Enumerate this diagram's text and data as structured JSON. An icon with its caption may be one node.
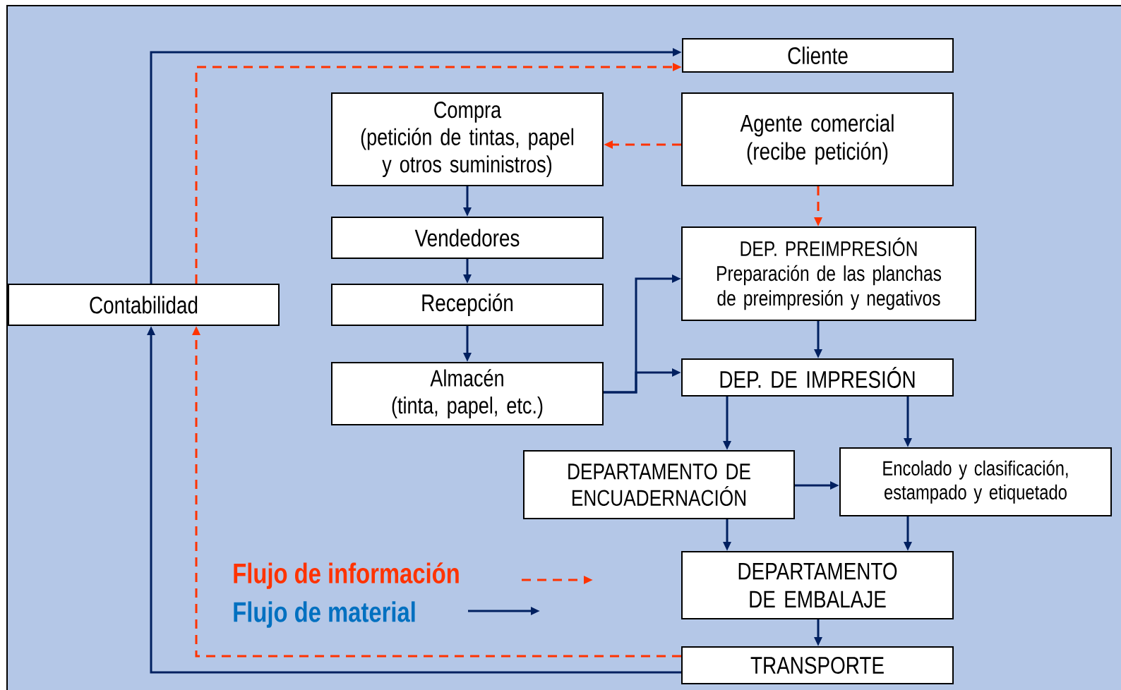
{
  "diagram": {
    "nodes": [
      {
        "text": [
          "Cliente"
        ]
      },
      {
        "text": [
          "Compra",
          "(petición de tintas, papel y otros suministros)"
        ]
      },
      {
        "text": [
          "Agente comercial",
          "(recibe petición)"
        ]
      },
      {
        "text": [
          "Vendedores"
        ]
      },
      {
        "text": [
          "DEP. PREIMPRESIÓN",
          "Preparación de las planchas de preimpresión y negativos"
        ]
      },
      {
        "text": [
          "Contabilidad"
        ]
      },
      {
        "text": [
          "Recepción"
        ]
      },
      {
        "text": [
          "Almacén",
          "(tinta, papel, etc.)"
        ]
      },
      {
        "text": [
          "DEP. DE IMPRESIÓN"
        ]
      },
      {
        "text": [
          "DEPARTAMENTO DE ENCUADERNACIÓN"
        ]
      },
      {
        "text": [
          "Encolado y clasificación, estampado y etiquetado"
        ]
      },
      {
        "text": [
          "DEPARTAMENTO DE EMBALAJE"
        ]
      },
      {
        "text": [
          "TRANSPORTE"
        ]
      }
    ],
    "edges": [
      {
        "from": 5,
        "to": 0,
        "arrow": "to"
      },
      {
        "from": 5,
        "to": 0,
        "arrow": "to",
        "style": "dashed",
        "color": "#ff3300"
      },
      {
        "from": 2,
        "to": 1,
        "arrow": "to",
        "style": "dashed",
        "color": "#ff3300"
      },
      {
        "from": 2,
        "to": 4,
        "arrow": "to",
        "style": "dashed",
        "color": "#ff3300"
      },
      {
        "from": 1,
        "to": 3,
        "arrow": "to"
      },
      {
        "from": 3,
        "to": 6,
        "arrow": "to"
      },
      {
        "from": 6,
        "to": 7,
        "arrow": "to"
      },
      {
        "from": 7,
        "to": 4,
        "arrow": "to"
      },
      {
        "from": 7,
        "to": 8,
        "arrow": "to"
      },
      {
        "from": 4,
        "to": 8,
        "arrow": "to"
      },
      {
        "from": 8,
        "to": 9,
        "arrow": "to"
      },
      {
        "from": 8,
        "to": 10,
        "arrow": "to"
      },
      {
        "from": 9,
        "to": 10,
        "arrow": "to"
      },
      {
        "from": 9,
        "to": 11,
        "arrow": "to"
      },
      {
        "from": 10,
        "to": 11,
        "arrow": "to"
      },
      {
        "from": 11,
        "to": 12,
        "arrow": "to"
      },
      {
        "from": 12,
        "to": 5,
        "arrow": "to",
        "style": "dashed",
        "color": "#ff3300"
      },
      {
        "from": 12,
        "to": 5,
        "arrow": "to"
      }
    ],
    "legend": [
      {
        "text": "Flujo de información"
      },
      {
        "text": "Flujo de material"
      }
    ]
  }
}
